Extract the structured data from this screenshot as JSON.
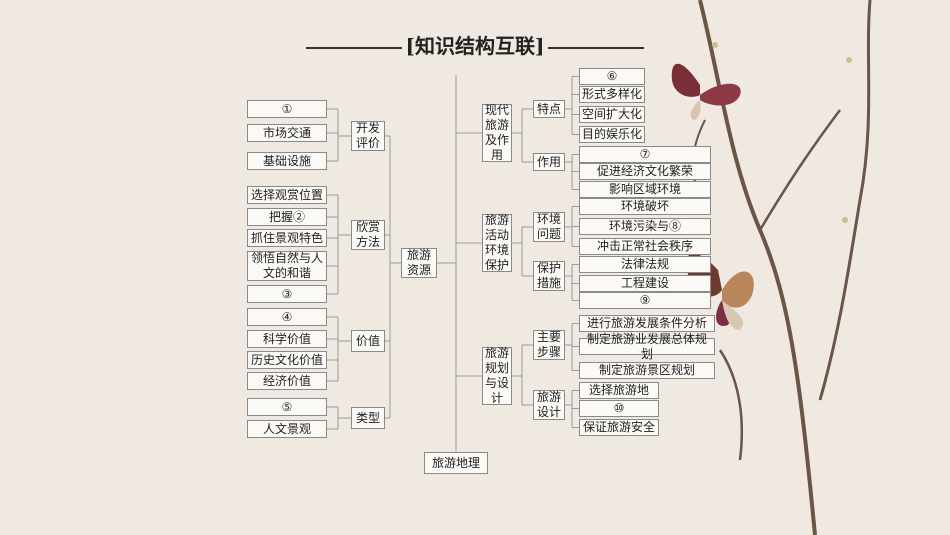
{
  "title": "[知识结构互联]",
  "root": "旅游地理",
  "left": {
    "center": "旅游\n资源",
    "groups": [
      {
        "label": "开发\n评价",
        "items": [
          "①",
          "市场交通",
          "基础设施"
        ]
      },
      {
        "label": "欣赏\n方法",
        "items": [
          "选择观赏位置",
          "把握②",
          "抓住景观特色",
          "领悟自然与人\n文的和谐",
          "③"
        ]
      },
      {
        "label": "价值",
        "items": [
          "④",
          "科学价值",
          "历史文化价值",
          "经济价值"
        ]
      },
      {
        "label": "类型",
        "items": [
          "⑤",
          "人文景观"
        ]
      }
    ]
  },
  "right": [
    {
      "label": "现代\n旅游\n及作\n用",
      "subs": [
        {
          "label": "特点",
          "items": [
            "⑥",
            "形式多样化",
            "空间扩大化",
            "目的娱乐化"
          ]
        },
        {
          "label": "作用",
          "items": [
            "⑦",
            "促进经济文化繁荣",
            "影响区域环境"
          ]
        }
      ]
    },
    {
      "label": "旅游\n活动\n环境\n保护",
      "subs": [
        {
          "label": "环境\n问题",
          "items": [
            "环境破坏",
            "环境污染与⑧",
            "冲击正常社会秩序"
          ]
        },
        {
          "label": "保护\n措施",
          "items": [
            "法律法规",
            "工程建设",
            "⑨"
          ]
        }
      ]
    },
    {
      "label": "旅游\n规划\n与设\n计",
      "subs": [
        {
          "label": "主要\n步骤",
          "items": [
            "进行旅游发展条件分析",
            "制定旅游业发展总体规划",
            "制定旅游景区规划"
          ]
        },
        {
          "label": "旅游\n设计",
          "items": [
            "选择旅游地",
            "⑩",
            "保证旅游安全"
          ]
        }
      ]
    }
  ],
  "colors": {
    "background": "#efe9e2",
    "box_fill": "#fbf9f6",
    "box_border": "#8a8a8a",
    "line": "#9a9a9a"
  }
}
